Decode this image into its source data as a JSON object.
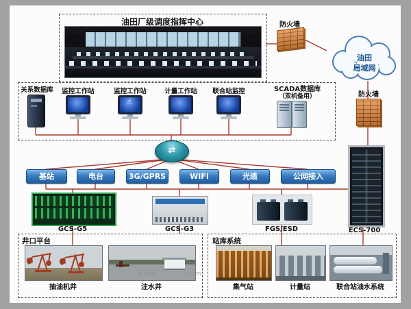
{
  "title_box": {
    "title": "油田厂级调度指挥中心"
  },
  "firewall_top": {
    "label": "防火墙"
  },
  "firewall_right": {
    "label": "防火墙"
  },
  "cloud": {
    "line1": "油田",
    "line2": "局域网"
  },
  "workstations": {
    "db_label": "关系数据库",
    "items": [
      {
        "label": "监控工作站"
      },
      {
        "label": "监控工作站"
      },
      {
        "label": "计量工作站"
      },
      {
        "label": "联合站监控"
      }
    ],
    "scada_line1": "SCADA数据库",
    "scada_line2": "（双机备用）"
  },
  "links": {
    "buttons": [
      "基站",
      "电台",
      "3G/GPRS",
      "WIFI",
      "光缆",
      "公网接入"
    ]
  },
  "equipment": [
    {
      "label": "GCS-G5"
    },
    {
      "label": "GCS-G3"
    },
    {
      "label": "FGS/ESD"
    },
    {
      "label": "ECS-700"
    }
  ],
  "wellhead_box": {
    "title": "井口平台",
    "items": [
      {
        "label": "抽油机井"
      },
      {
        "label": "注水井"
      }
    ]
  },
  "station_box": {
    "title": "站库系统",
    "items": [
      {
        "label": "集气站"
      },
      {
        "label": "计量站"
      },
      {
        "label": "联合站油水系统"
      }
    ]
  },
  "watermark": {
    "text": "www.··········.com"
  },
  "icons": {
    "hand_cursor": "☝",
    "router_arrows": "⇄"
  },
  "colors": {
    "wire": "#a93b2d",
    "button_blue": "#2e6fb3",
    "firewall_orange": "#e2873b",
    "rack_green": "#2fa84f",
    "cloud_text": "#17508c"
  }
}
